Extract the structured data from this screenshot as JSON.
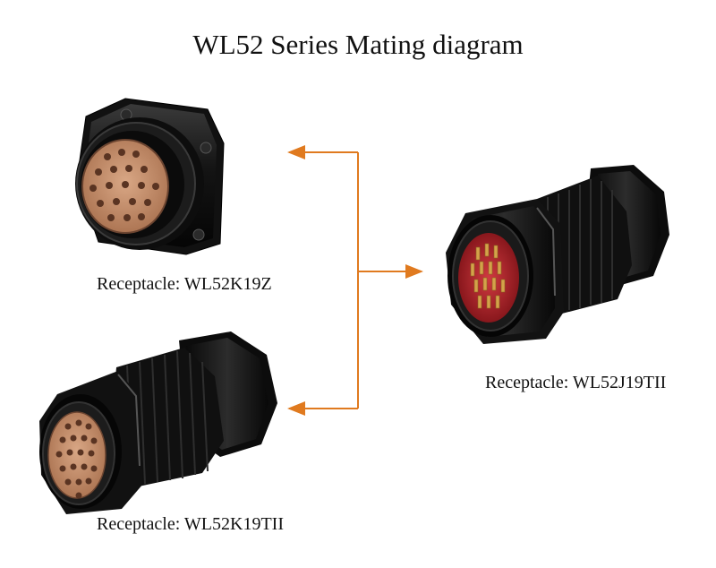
{
  "title": "WL52 Series Mating diagram",
  "colors": {
    "arrow": "#e07a1f",
    "connector_body": "#141414",
    "contact_insert": "#c9926d",
    "red_insert": "#b3202a",
    "gold_pins": "#d4a24a"
  },
  "connectors": {
    "k19z": {
      "label": "Receptacle: WL52K19Z"
    },
    "j19t": {
      "label": "Receptacle: WL52J19TII"
    },
    "k19t": {
      "label": "Receptacle: WL52K19TII"
    }
  },
  "arrows": [
    {
      "from": "junction",
      "to": "k19z"
    },
    {
      "from": "junction",
      "to": "k19t"
    },
    {
      "from": "junction",
      "to": "j19t"
    }
  ]
}
